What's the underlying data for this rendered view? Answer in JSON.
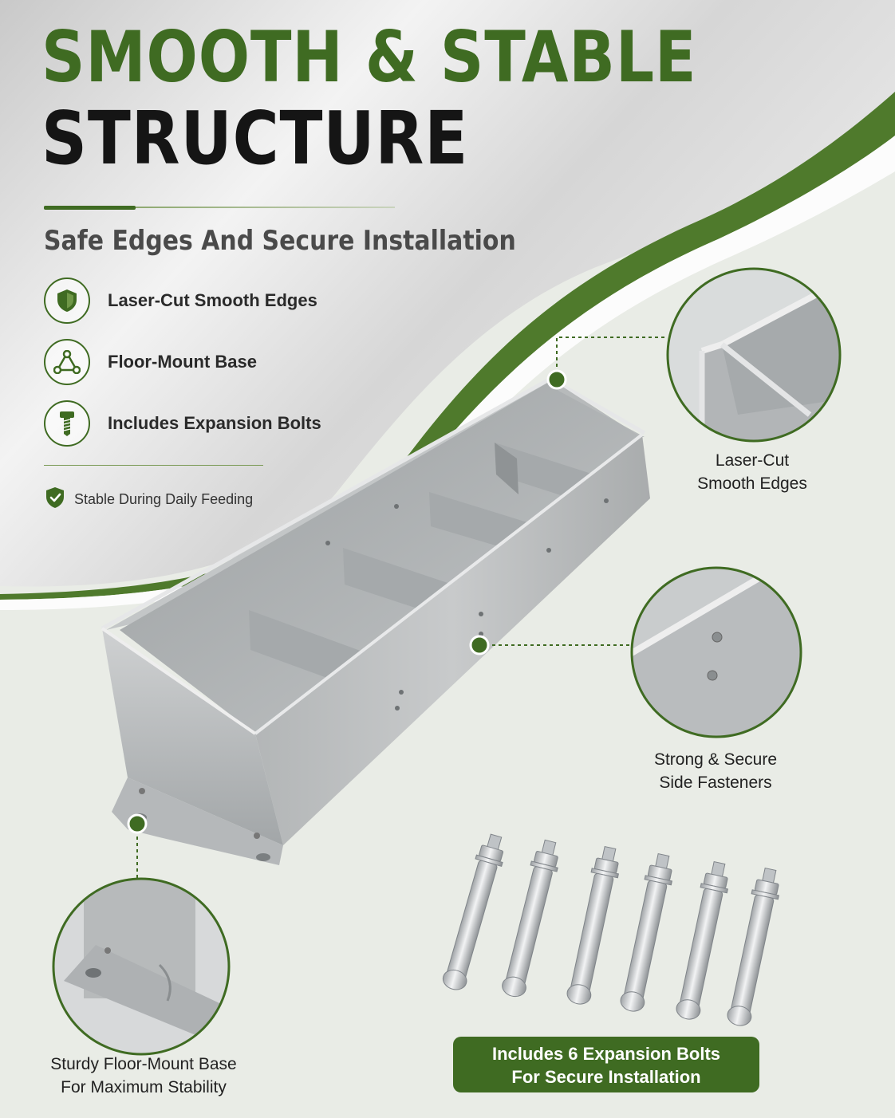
{
  "headline": {
    "line1": "SMOOTH & STABLE",
    "line2": "STRUCTURE"
  },
  "subtitle": "Safe Edges And Secure Installation",
  "features": [
    {
      "label": "Laser-Cut Smooth Edges",
      "icon": "shield-icon"
    },
    {
      "label": "Floor-Mount Base",
      "icon": "triangle-nodes-icon"
    },
    {
      "label": "Includes Expansion Bolts",
      "icon": "bolt-icon"
    }
  ],
  "badge": {
    "label": "Stable During Daily Feeding",
    "icon": "shield-check-icon"
  },
  "callouts": {
    "edges": {
      "line1": "Laser-Cut",
      "line2": "Smooth Edges"
    },
    "fasteners": {
      "line1": "Strong & Secure",
      "line2": "Side Fasteners"
    },
    "base": {
      "line1": "Sturdy Floor-Mount Base",
      "line2": "For Maximum Stability"
    }
  },
  "banner": {
    "line1": "Includes 6 Expansion Bolts",
    "line2": "For Secure Installation"
  },
  "colors": {
    "brand_green": "#3f6b22",
    "headline_dark": "#151515",
    "background": "#e9ece6",
    "steel": "#b9bcbd"
  }
}
